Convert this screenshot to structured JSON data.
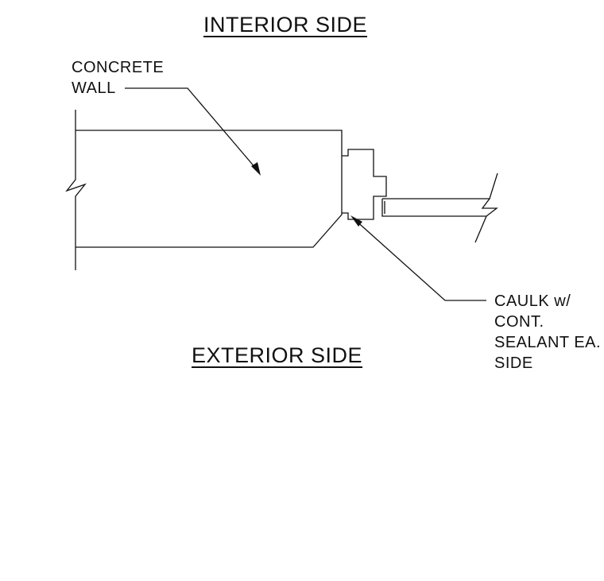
{
  "headings": {
    "interior": "INTERIOR SIDE",
    "exterior": "EXTERIOR SIDE"
  },
  "callouts": {
    "concrete_wall": [
      "CONCRETE",
      "WALL"
    ],
    "caulk": [
      "CAULK w/",
      "CONT.",
      "SEALANT EA.",
      "SIDE"
    ]
  },
  "colors": {
    "line": "#111111",
    "background": "#ffffff"
  }
}
